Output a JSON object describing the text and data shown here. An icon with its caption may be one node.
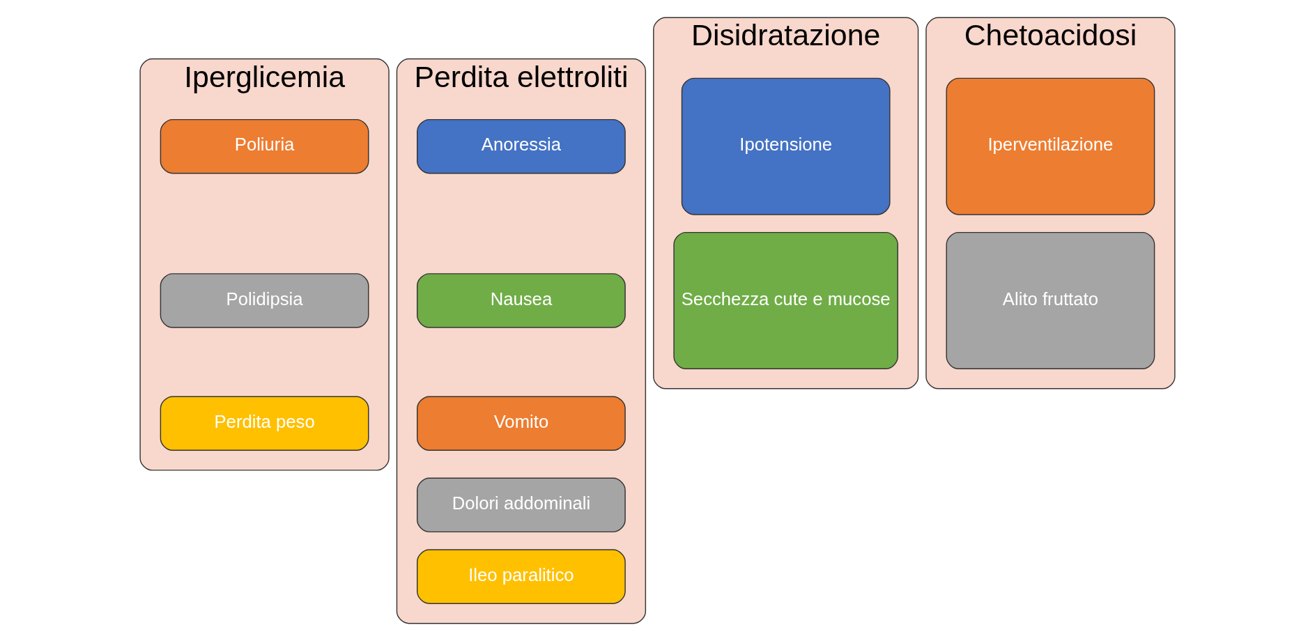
{
  "diagram": {
    "nodes": [
      {
        "text": [
          "Iperglicemia"
        ]
      },
      {
        "text": [
          "Poliuria"
        ],
        "in": 0
      },
      {
        "text": [
          "Polidipsia"
        ],
        "in": 0
      },
      {
        "text": [
          "Perdita peso"
        ],
        "in": 0
      },
      {
        "text": [
          "Perdita elettroliti"
        ]
      },
      {
        "text": [
          "Anoressia"
        ],
        "in": 4
      },
      {
        "text": [
          "Nausea"
        ],
        "in": 4
      },
      {
        "text": [
          "Vomito"
        ],
        "in": 4
      },
      {
        "text": [
          "Dolori addominali"
        ],
        "in": 4
      },
      {
        "text": [
          "Ileo paralitico"
        ],
        "in": 4
      },
      {
        "text": [
          "Disidratazione"
        ]
      },
      {
        "text": [
          "Ipotensione"
        ],
        "in": 10
      },
      {
        "text": [
          "Secchezza cute e mucose"
        ],
        "in": 10
      },
      {
        "text": [
          "Chetoacidosi"
        ]
      },
      {
        "text": [
          "Iperventilazione"
        ],
        "in": 13
      },
      {
        "text": [
          "Alito fruttato"
        ],
        "in": 13
      }
    ]
  }
}
